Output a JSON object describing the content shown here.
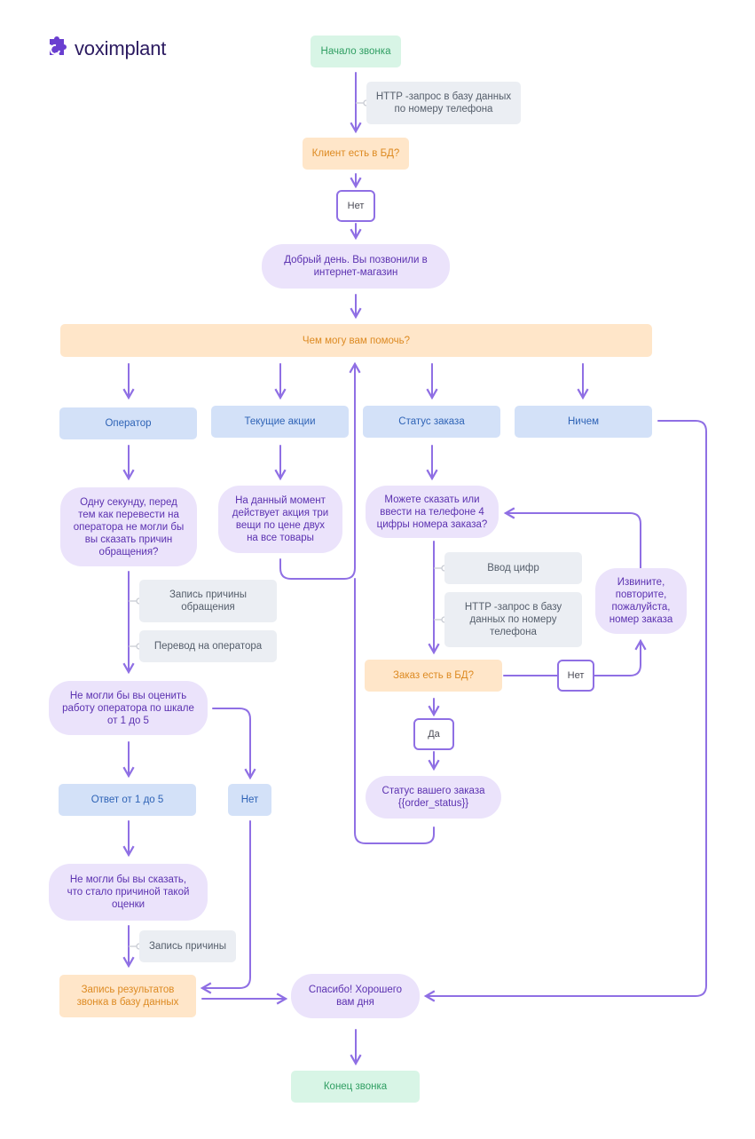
{
  "brand": {
    "name": "voximplant",
    "accent": "#8f6fe4"
  },
  "nodes": {
    "start": "Начало звонка",
    "http_phone": "HTTP -запрос в базу данных по номеру телефона",
    "client_in_db": "Клиент есть в БД?",
    "no_1": "Нет",
    "greeting": "Добрый день. Вы позвонили в интернет-магазин",
    "how_help": "Чем могу вам помочь?",
    "operator": "Оператор",
    "promos": "Текущие акции",
    "order_status": "Статус заказа",
    "nothing": "Ничем",
    "one_second": "Одну секунду, перед тем как перевести на оператора не могли бы вы сказать причин обращения?",
    "promo_now": "На данный момент действует акция три вещи по цене двух на все товары",
    "say_digits": "Можете сказать или ввести на телефоне 4 цифры номера заказа?",
    "record_reason": "Запись причины обращения",
    "transfer": "Перевод на оператора",
    "digits_input": "Ввод цифр",
    "http_order": "HTTP -запрос в базу данных по номеру телефона",
    "sorry_repeat": "Извините, повторите, пожалуйста, номер заказа",
    "rate_operator": "Не могли бы вы оценить работу оператора по шкале от 1 до 5",
    "order_in_db": "Заказ есть в БД?",
    "no_2": "Нет",
    "yes": "Да",
    "answer_1_5": "Ответ от 1 до 5",
    "no_3": "Нет",
    "your_status": "Статус вашего заказа {{order_status}}",
    "why_rating": "Не могли бы вы сказать, что стало причиной такой оценки",
    "record_cause": "Запись причины",
    "record_results": "Запись результатов звонка в базу данных",
    "thanks": "Спасибо! Хорошего вам дня",
    "end": "Конец звонка"
  }
}
